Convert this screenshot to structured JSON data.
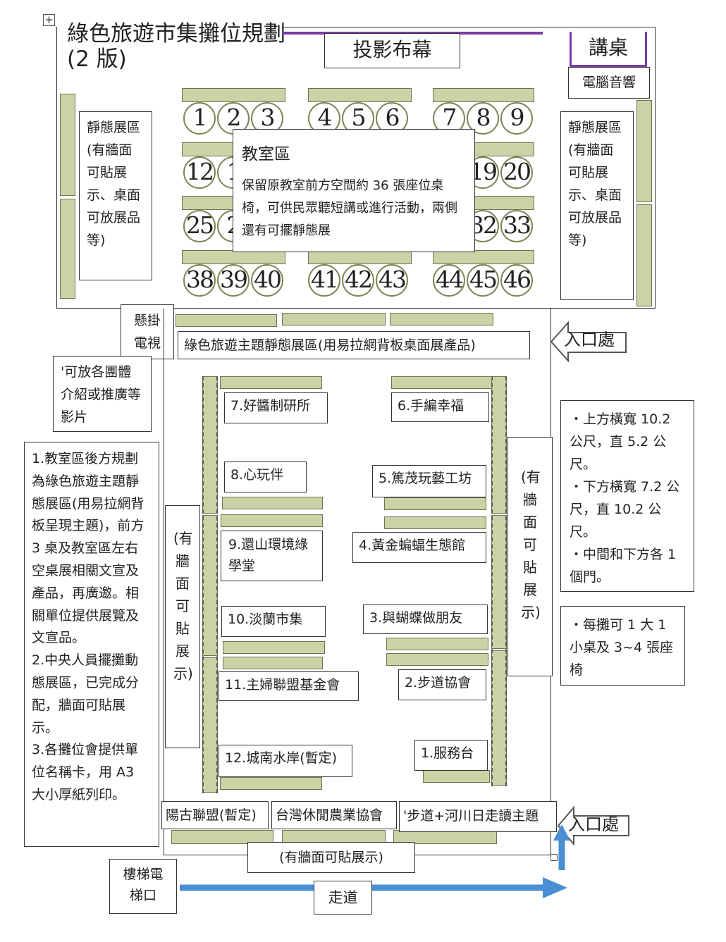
{
  "title": {
    "line1": "綠色旅遊市集攤位規劃",
    "line2": "(2 版)"
  },
  "projection_screen": "投影布幕",
  "podium": "講桌",
  "computer_audio": "電腦音響",
  "static_zone_left": "靜態展區(有牆面可貼展示、桌面可放展品等)",
  "static_zone_right": "靜態展區(有牆面可貼展示、桌面可放展品等)",
  "classroom": {
    "title": "教室區",
    "desc": "保留原教室前方空間約 36 張座位桌椅，可供民眾聽短講或進行活動，兩側還有可擺靜態展"
  },
  "seats": {
    "row1": [
      "1",
      "2",
      "3",
      "4",
      "5",
      "6",
      "7",
      "8",
      "9"
    ],
    "row2": [
      "12",
      "1",
      "19",
      "20"
    ],
    "row3": [
      "25",
      "2",
      "32",
      "33"
    ],
    "row4": [
      "38",
      "39",
      "40",
      "41",
      "42",
      "43",
      "44",
      "45",
      "46"
    ]
  },
  "hanging_tv": "懸掛電視",
  "theme_static_zone": "綠色旅遊主題靜態展區(用易拉網背板桌面展產品)",
  "entrance_top": "入口處",
  "entrance_bottom": "入口處",
  "tv_note": "'可放各團體介紹或推廣等影片",
  "notes": "1.教室區後方規劃為綠色旅遊主題靜態展區(用易拉網背板呈現主題)，前方 3 桌及教室區左右空桌展相關文宣及產品，再廣邀。相關單位提供展覽及文宣品。\n2.中央人員擺攤動態展區，已完成分配，牆面可貼展示。\n3.各攤位會提供單位名稱卡，用 A3 大小厚紙列印。",
  "dimensions_note": "・上方橫寬 10.2 公尺，直 5.2 公尺。\n・下方橫寬 7.2 公尺，直 10.2 公尺。\n・中間和下方各 1 個門。",
  "booth_note": "・每攤可 1 大 1 小桌及 3~4 張座椅",
  "wall_left": "(有牆面可貼展示)",
  "wall_right": "(有牆面可貼展示)",
  "wall_bottom": "(有牆面可貼展示)",
  "booths": {
    "b1": "1.服務台",
    "b2": "2.步道協會",
    "b3": "3.與蝴蝶做朋友",
    "b4": "4.黃金蝙蝠生態館",
    "b5": "5.篤茂玩藝工坊",
    "b6": "6.手編幸福",
    "b7": "7.好醬制研所",
    "b8": "8.心玩伴",
    "b9": "9.還山環境綠學堂",
    "b10": "10.淡蘭市集",
    "b11": "11.主婦聯盟基金會",
    "b12": "12.城南水岸(暫定)",
    "bottom1": "陽古聯盟(暫定)",
    "bottom2": "台灣休閒農業協會",
    "bottom3": "'步道+河川日走讀主題"
  },
  "stairs": "樓梯電梯口",
  "walkway": "走道",
  "colors": {
    "table": "#cdd1a6",
    "table_border": "#6f7352",
    "arrow": "#4a8fd4",
    "screen_line": "#7a3aa8"
  }
}
